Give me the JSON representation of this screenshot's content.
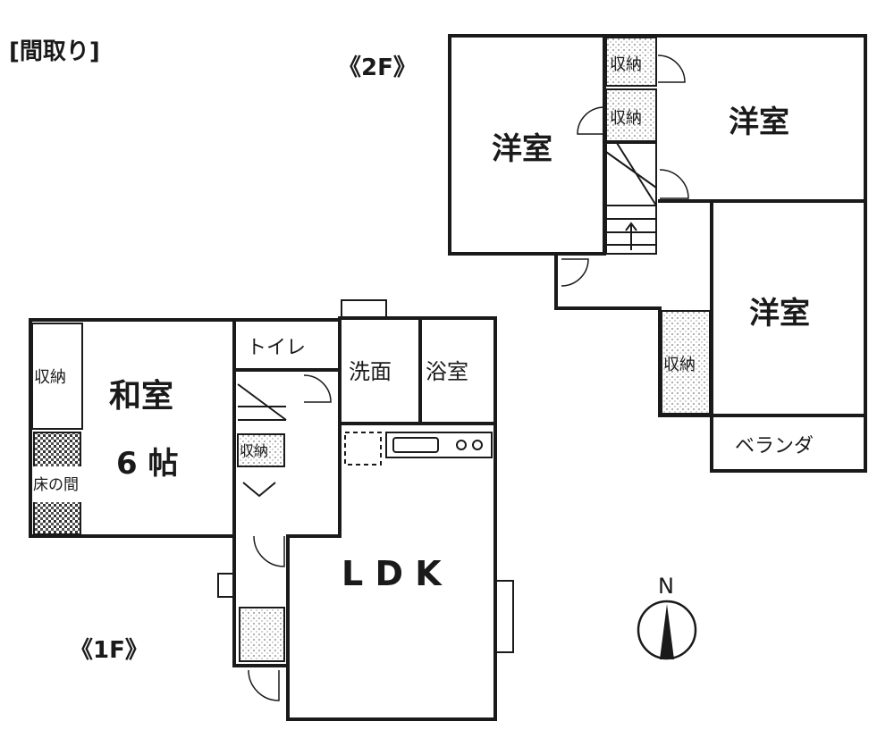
{
  "title": "[間取り]",
  "floor2": {
    "label": "《2F》",
    "rooms": {
      "west_bedroom": "洋室",
      "northeast_bedroom": "洋室",
      "southeast_bedroom": "洋室",
      "storage_1": "収納",
      "storage_2": "収納",
      "storage_3": "収納",
      "balcony": "ベランダ"
    }
  },
  "floor1": {
    "label": "《1F》",
    "rooms": {
      "washitsu": "和室",
      "washitsu_size": "6 帖",
      "storage_washitsu": "収納",
      "tokonoma": "床の間",
      "toilet": "トイレ",
      "washroom": "洗面",
      "bathroom": "浴室",
      "storage_hall": "収納",
      "ldk": "L D K"
    }
  },
  "compass": {
    "north_label": "N"
  }
}
